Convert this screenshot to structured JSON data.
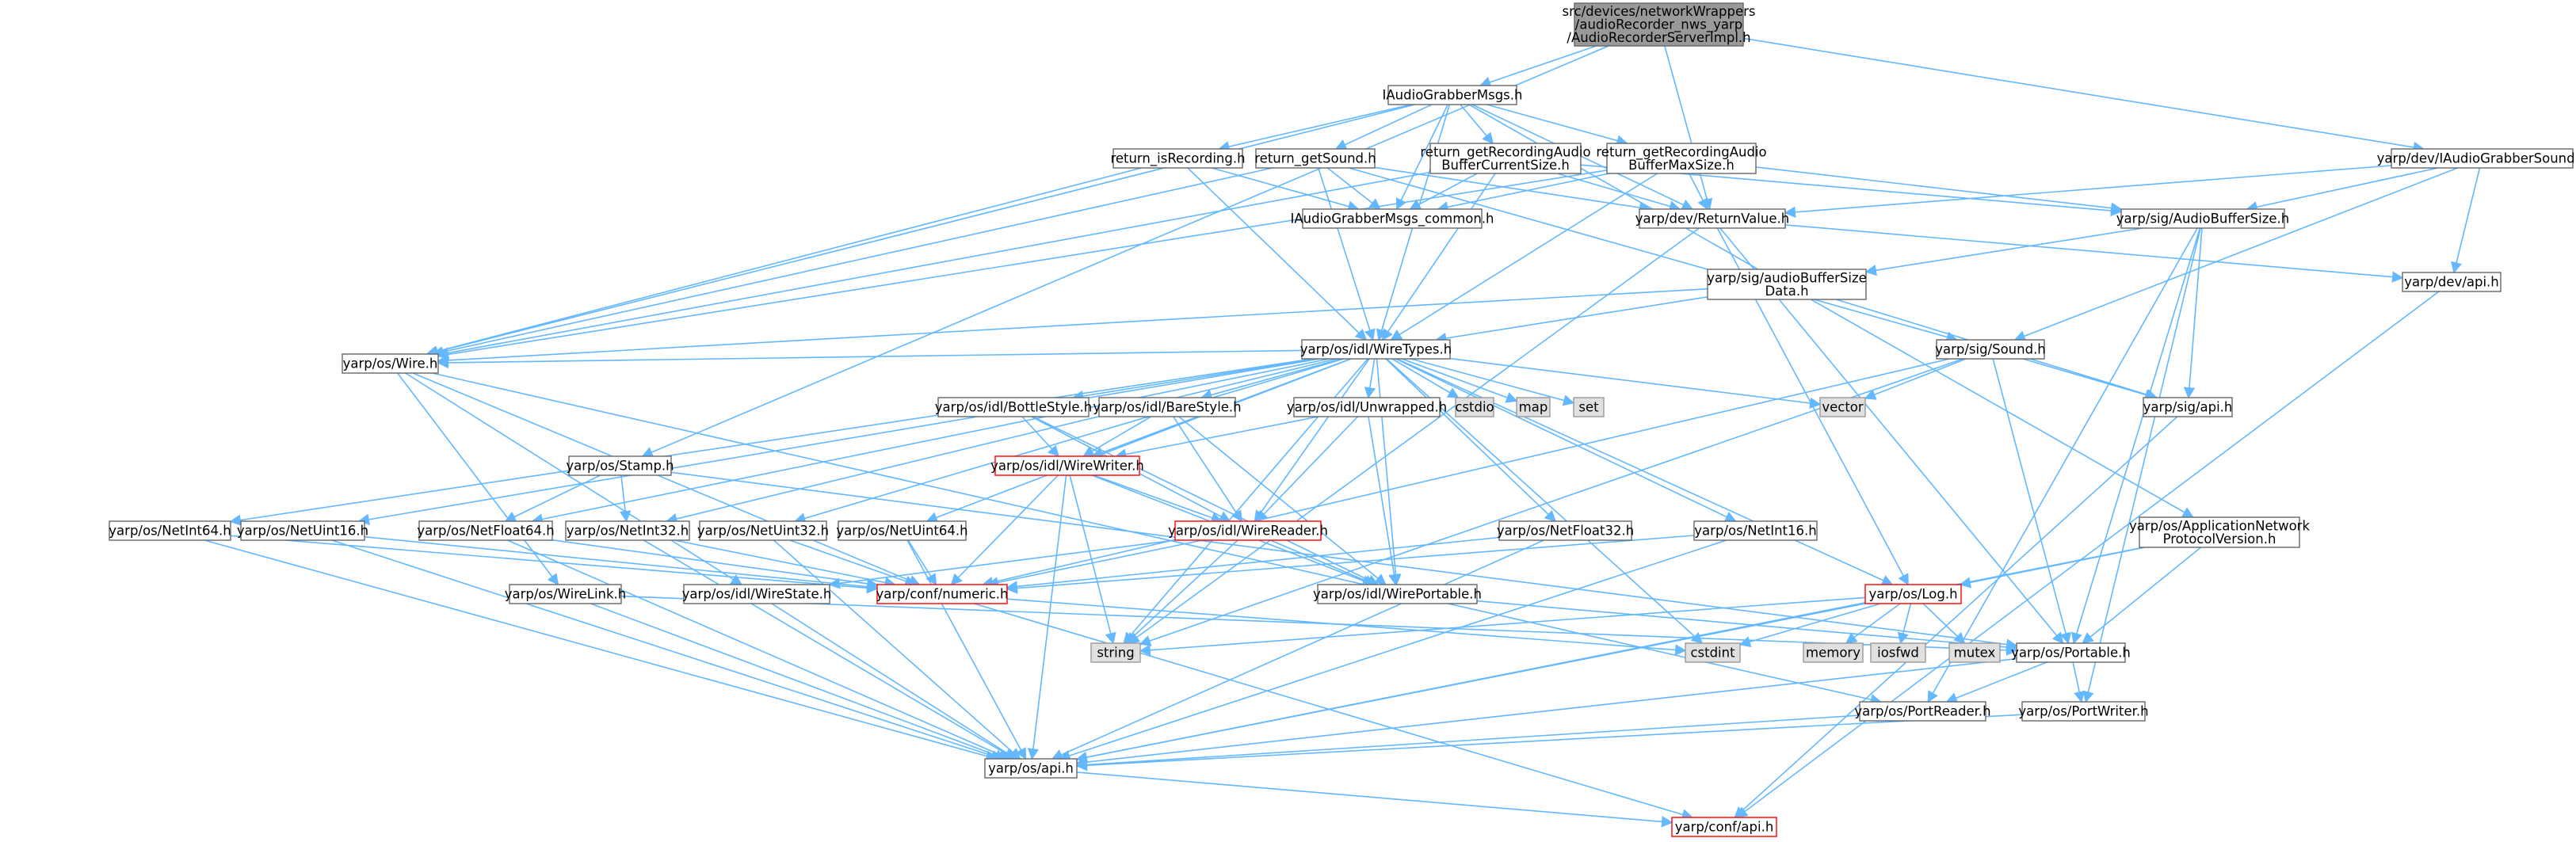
{
  "diagram": {
    "colors": {
      "edge": "#63b8ff",
      "box_fill": "#ffffff",
      "box_border": "#666666",
      "root_fill": "#999999",
      "root_border": "#666666",
      "gray_fill": "#e0e0e0",
      "gray_border": "#999999",
      "red_border": "#ff0000"
    },
    "nodes": [
      {
        "id": "root",
        "style": "root",
        "lines": [
          "src/devices/networkWrappers",
          "/audioRecorder_nws_yarp",
          "/AudioRecorderServerImpl.h"
        ]
      },
      {
        "id": "iagm",
        "style": "normal",
        "lines": [
          "IAudioGrabberMsgs.h"
        ]
      },
      {
        "id": "iags",
        "style": "normal",
        "lines": [
          "yarp/dev/IAudioGrabberSound.h"
        ]
      },
      {
        "id": "retrec",
        "style": "normal",
        "lines": [
          "return_isRecording.h"
        ]
      },
      {
        "id": "retsnd",
        "style": "normal",
        "lines": [
          "return_getSound.h"
        ]
      },
      {
        "id": "retcur",
        "style": "normal",
        "lines": [
          "return_getRecordingAudio",
          "BufferCurrentSize.h"
        ]
      },
      {
        "id": "retmax",
        "style": "normal",
        "lines": [
          "return_getRecordingAudio",
          "BufferMaxSize.h"
        ]
      },
      {
        "id": "common",
        "style": "normal",
        "lines": [
          "IAudioGrabberMsgs_common.h"
        ]
      },
      {
        "id": "retval",
        "style": "normal",
        "lines": [
          "yarp/dev/ReturnValue.h"
        ]
      },
      {
        "id": "abs",
        "style": "normal",
        "lines": [
          "yarp/sig/AudioBufferSize.h"
        ]
      },
      {
        "id": "absd",
        "style": "normal",
        "lines": [
          "yarp/sig/audioBufferSize",
          "Data.h"
        ]
      },
      {
        "id": "devapi",
        "style": "normal",
        "lines": [
          "yarp/dev/api.h"
        ]
      },
      {
        "id": "wiretypes",
        "style": "normal",
        "lines": [
          "yarp/os/idl/WireTypes.h"
        ]
      },
      {
        "id": "sound",
        "style": "normal",
        "lines": [
          "yarp/sig/Sound.h"
        ]
      },
      {
        "id": "wire",
        "style": "normal",
        "lines": [
          "yarp/os/Wire.h"
        ]
      },
      {
        "id": "cstdio",
        "style": "gray",
        "lines": [
          "cstdio"
        ]
      },
      {
        "id": "map",
        "style": "gray",
        "lines": [
          "map"
        ]
      },
      {
        "id": "set",
        "style": "gray",
        "lines": [
          "set"
        ]
      },
      {
        "id": "vector",
        "style": "gray",
        "lines": [
          "vector"
        ]
      },
      {
        "id": "sigapi",
        "style": "normal",
        "lines": [
          "yarp/sig/api.h"
        ]
      },
      {
        "id": "bottlestyle",
        "style": "normal",
        "lines": [
          "yarp/os/idl/BottleStyle.h"
        ]
      },
      {
        "id": "barestyle",
        "style": "normal",
        "lines": [
          "yarp/os/idl/BareStyle.h"
        ]
      },
      {
        "id": "unwrapped",
        "style": "normal",
        "lines": [
          "yarp/os/idl/Unwrapped.h"
        ]
      },
      {
        "id": "stamp",
        "style": "normal",
        "lines": [
          "yarp/os/Stamp.h"
        ]
      },
      {
        "id": "wirewriter",
        "style": "red",
        "lines": [
          "yarp/os/idl/WireWriter.h"
        ]
      },
      {
        "id": "wirereader",
        "style": "red",
        "lines": [
          "yarp/os/idl/WireReader.h"
        ]
      },
      {
        "id": "appnet",
        "style": "normal",
        "lines": [
          "yarp/os/ApplicationNetwork",
          "ProtocolVersion.h"
        ]
      },
      {
        "id": "netint64",
        "style": "normal",
        "lines": [
          "yarp/os/NetInt64.h"
        ]
      },
      {
        "id": "netuint16",
        "style": "normal",
        "lines": [
          "yarp/os/NetUint16.h"
        ]
      },
      {
        "id": "netfloat64",
        "style": "normal",
        "lines": [
          "yarp/os/NetFloat64.h"
        ]
      },
      {
        "id": "netint32",
        "style": "normal",
        "lines": [
          "yarp/os/NetInt32.h"
        ]
      },
      {
        "id": "netuint32",
        "style": "normal",
        "lines": [
          "yarp/os/NetUint32.h"
        ]
      },
      {
        "id": "netuint64",
        "style": "normal",
        "lines": [
          "yarp/os/NetUint64.h"
        ]
      },
      {
        "id": "netfloat32",
        "style": "normal",
        "lines": [
          "yarp/os/NetFloat32.h"
        ]
      },
      {
        "id": "netint16",
        "style": "normal",
        "lines": [
          "yarp/os/NetInt16.h"
        ]
      },
      {
        "id": "numeric",
        "style": "red",
        "lines": [
          "yarp/conf/numeric.h"
        ]
      },
      {
        "id": "wireportable",
        "style": "normal",
        "lines": [
          "yarp/os/idl/WirePortable.h"
        ]
      },
      {
        "id": "log",
        "style": "red",
        "lines": [
          "yarp/os/Log.h"
        ]
      },
      {
        "id": "wirelink",
        "style": "normal",
        "lines": [
          "yarp/os/WireLink.h"
        ]
      },
      {
        "id": "wirestate",
        "style": "normal",
        "lines": [
          "yarp/os/idl/WireState.h"
        ]
      },
      {
        "id": "string",
        "style": "gray",
        "lines": [
          "string"
        ]
      },
      {
        "id": "cstdint",
        "style": "gray",
        "lines": [
          "cstdint"
        ]
      },
      {
        "id": "memory",
        "style": "gray",
        "lines": [
          "memory"
        ]
      },
      {
        "id": "iosfwd",
        "style": "gray",
        "lines": [
          "iosfwd"
        ]
      },
      {
        "id": "mutex",
        "style": "gray",
        "lines": [
          "mutex"
        ]
      },
      {
        "id": "portable",
        "style": "normal",
        "lines": [
          "yarp/os/Portable.h"
        ]
      },
      {
        "id": "portreader",
        "style": "normal",
        "lines": [
          "yarp/os/PortReader.h"
        ]
      },
      {
        "id": "portwriter",
        "style": "normal",
        "lines": [
          "yarp/os/PortWriter.h"
        ]
      },
      {
        "id": "osapi",
        "style": "normal",
        "lines": [
          "yarp/os/api.h"
        ]
      },
      {
        "id": "confapi",
        "style": "red",
        "lines": [
          "yarp/conf/api.h"
        ]
      }
    ],
    "edges": [
      [
        "root",
        "iagm"
      ],
      [
        "root",
        "iags"
      ],
      [
        "root",
        "retval"
      ],
      [
        "root",
        "stamp"
      ],
      [
        "iagm",
        "retrec"
      ],
      [
        "iagm",
        "retsnd"
      ],
      [
        "iagm",
        "retcur"
      ],
      [
        "iagm",
        "retmax"
      ],
      [
        "iagm",
        "common"
      ],
      [
        "iagm",
        "retval"
      ],
      [
        "iagm",
        "wiretypes"
      ],
      [
        "iagm",
        "wire"
      ],
      [
        "iagm",
        "appnet"
      ],
      [
        "retrec",
        "common"
      ],
      [
        "retrec",
        "wiretypes"
      ],
      [
        "retrec",
        "wire"
      ],
      [
        "retsnd",
        "common"
      ],
      [
        "retsnd",
        "retval"
      ],
      [
        "retsnd",
        "wiretypes"
      ],
      [
        "retsnd",
        "sound"
      ],
      [
        "retsnd",
        "wire"
      ],
      [
        "retcur",
        "common"
      ],
      [
        "retcur",
        "retval"
      ],
      [
        "retcur",
        "abs"
      ],
      [
        "retcur",
        "wiretypes"
      ],
      [
        "retcur",
        "wire"
      ],
      [
        "retmax",
        "common"
      ],
      [
        "retmax",
        "retval"
      ],
      [
        "retmax",
        "abs"
      ],
      [
        "retmax",
        "wiretypes"
      ],
      [
        "retmax",
        "wire"
      ],
      [
        "iags",
        "retval"
      ],
      [
        "iags",
        "abs"
      ],
      [
        "iags",
        "devapi"
      ],
      [
        "iags",
        "sound"
      ],
      [
        "retval",
        "devapi"
      ],
      [
        "retval",
        "log"
      ],
      [
        "retval",
        "string"
      ],
      [
        "retval",
        "portable"
      ],
      [
        "abs",
        "absd"
      ],
      [
        "abs",
        "sigapi"
      ],
      [
        "abs",
        "portable"
      ],
      [
        "abs",
        "portreader"
      ],
      [
        "abs",
        "portwriter"
      ],
      [
        "absd",
        "wiretypes"
      ],
      [
        "absd",
        "wire"
      ],
      [
        "absd",
        "sigapi"
      ],
      [
        "devapi",
        "confapi"
      ],
      [
        "sound",
        "vector"
      ],
      [
        "sound",
        "sigapi"
      ],
      [
        "sound",
        "portable"
      ],
      [
        "sound",
        "numeric"
      ],
      [
        "sound",
        "string"
      ],
      [
        "sigapi",
        "confapi"
      ],
      [
        "wiretypes",
        "wire"
      ],
      [
        "wiretypes",
        "cstdio"
      ],
      [
        "wiretypes",
        "map"
      ],
      [
        "wiretypes",
        "set"
      ],
      [
        "wiretypes",
        "vector"
      ],
      [
        "wiretypes",
        "string"
      ],
      [
        "wiretypes",
        "cstdint"
      ],
      [
        "wiretypes",
        "log"
      ],
      [
        "wiretypes",
        "bottlestyle"
      ],
      [
        "wiretypes",
        "barestyle"
      ],
      [
        "wiretypes",
        "unwrapped"
      ],
      [
        "wiretypes",
        "wirewriter"
      ],
      [
        "wiretypes",
        "wirereader"
      ],
      [
        "wiretypes",
        "wireportable"
      ],
      [
        "wiretypes",
        "netint64"
      ],
      [
        "wiretypes",
        "netuint16"
      ],
      [
        "wiretypes",
        "netfloat64"
      ],
      [
        "wiretypes",
        "netint32"
      ],
      [
        "wiretypes",
        "netuint32"
      ],
      [
        "wiretypes",
        "netuint64"
      ],
      [
        "wiretypes",
        "netfloat32"
      ],
      [
        "wiretypes",
        "netint16"
      ],
      [
        "wire",
        "wirelink"
      ],
      [
        "wire",
        "wirestate"
      ],
      [
        "wire",
        "portreader"
      ],
      [
        "wire",
        "numeric"
      ],
      [
        "bottlestyle",
        "wirewriter"
      ],
      [
        "bottlestyle",
        "wirereader"
      ],
      [
        "bottlestyle",
        "wireportable"
      ],
      [
        "barestyle",
        "wirewriter"
      ],
      [
        "barestyle",
        "wirereader"
      ],
      [
        "barestyle",
        "wireportable"
      ],
      [
        "unwrapped",
        "wirewriter"
      ],
      [
        "unwrapped",
        "wirereader"
      ],
      [
        "unwrapped",
        "wireportable"
      ],
      [
        "stamp",
        "netint32"
      ],
      [
        "stamp",
        "netfloat64"
      ],
      [
        "stamp",
        "portable"
      ],
      [
        "wirewriter",
        "wirereader"
      ],
      [
        "wirewriter",
        "numeric"
      ],
      [
        "wirewriter",
        "string"
      ],
      [
        "wirewriter",
        "osapi"
      ],
      [
        "wirewriter",
        "wireportable"
      ],
      [
        "wirereader",
        "numeric"
      ],
      [
        "wirereader",
        "string"
      ],
      [
        "wirereader",
        "wireportable"
      ],
      [
        "wirereader",
        "wirestate"
      ],
      [
        "appnet",
        "log"
      ],
      [
        "appnet",
        "portable"
      ],
      [
        "appnet",
        "osapi"
      ],
      [
        "netint64",
        "numeric"
      ],
      [
        "netint64",
        "osapi"
      ],
      [
        "netuint16",
        "numeric"
      ],
      [
        "netuint16",
        "osapi"
      ],
      [
        "netfloat64",
        "numeric"
      ],
      [
        "netfloat64",
        "osapi"
      ],
      [
        "netint32",
        "numeric"
      ],
      [
        "netint32",
        "osapi"
      ],
      [
        "netuint32",
        "numeric"
      ],
      [
        "netuint32",
        "osapi"
      ],
      [
        "netuint64",
        "numeric"
      ],
      [
        "netuint64",
        "osapi"
      ],
      [
        "netfloat32",
        "numeric"
      ],
      [
        "netfloat32",
        "osapi"
      ],
      [
        "netint16",
        "numeric"
      ],
      [
        "netint16",
        "osapi"
      ],
      [
        "numeric",
        "cstdint"
      ],
      [
        "numeric",
        "confapi"
      ],
      [
        "wireportable",
        "portable"
      ],
      [
        "log",
        "cstdint"
      ],
      [
        "log",
        "memory"
      ],
      [
        "log",
        "iosfwd"
      ],
      [
        "log",
        "mutex"
      ],
      [
        "log",
        "string"
      ],
      [
        "log",
        "osapi"
      ],
      [
        "wirelink",
        "osapi"
      ],
      [
        "wirelink",
        "portable"
      ],
      [
        "wirestate",
        "osapi"
      ],
      [
        "portable",
        "portreader"
      ],
      [
        "portable",
        "portwriter"
      ],
      [
        "portable",
        "osapi"
      ],
      [
        "portreader",
        "osapi"
      ],
      [
        "portwriter",
        "osapi"
      ],
      [
        "osapi",
        "confapi"
      ]
    ]
  }
}
